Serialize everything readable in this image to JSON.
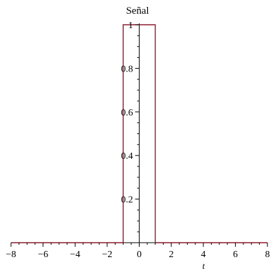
{
  "chart_data": {
    "type": "line",
    "title": "Señal",
    "xlabel": "t",
    "ylabel": "",
    "xlim": [
      -8,
      8
    ],
    "ylim": [
      0,
      1
    ],
    "x_ticks": [
      -8,
      -6,
      -4,
      -2,
      0,
      2,
      4,
      6,
      8
    ],
    "x_tick_labels": [
      "−8",
      "−6",
      "−4",
      "−2",
      "0",
      "2",
      "4",
      "6",
      "8"
    ],
    "y_ticks": [
      0.2,
      0.4,
      0.6,
      0.8,
      1
    ],
    "y_tick_labels": [
      "0.2",
      "0.4",
      "0.6",
      "0.8",
      "1"
    ],
    "grid": false,
    "series": [
      {
        "color": "#8b1a2b",
        "x": [
          -8,
          -1,
          -1,
          1,
          1,
          8
        ],
        "y": [
          0,
          0,
          1,
          1,
          0,
          0
        ]
      }
    ]
  }
}
